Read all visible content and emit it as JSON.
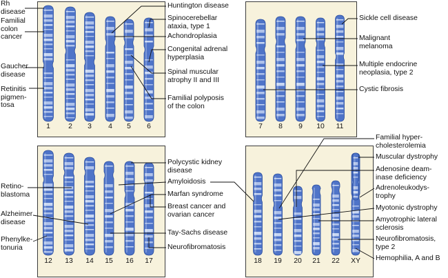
{
  "colors": {
    "panel_fill": "#f7f2dc",
    "panel_border": "#3a3a3a",
    "chromosome_body": "#4f74c8",
    "chromosome_band": "#cfdcf5",
    "leader_line": "#111111"
  },
  "panels": [
    {
      "id": "chromosomes-1-6",
      "chromosomes": [
        {
          "label": "1",
          "disorders": [
            "Rh\ndisease",
            "Familial\ncolon\ncancer",
            "Gaucher\ndisease",
            "Retinitis\npigmen-\ntosa"
          ]
        },
        {
          "label": "2",
          "disorders": []
        },
        {
          "label": "3",
          "disorders": []
        },
        {
          "label": "4",
          "disorders": [
            "Huntington disease",
            "Achondroplasia"
          ]
        },
        {
          "label": "5",
          "disorders": [
            "Spinal muscular\natrophy II and III",
            "Familial polyposis\nof the colon"
          ]
        },
        {
          "label": "6",
          "disorders": [
            "Spinocerebellar\nataxia, type 1",
            "Congenital adrenal\nhyperplasia"
          ]
        }
      ]
    },
    {
      "id": "chromosomes-7-11",
      "chromosomes": [
        {
          "label": "7",
          "disorders": [
            "Cystic fibrosis"
          ]
        },
        {
          "label": "8",
          "disorders": []
        },
        {
          "label": "9",
          "disorders": [
            "Malignant\nmelanoma"
          ]
        },
        {
          "label": "10",
          "disorders": [
            "Multiple endocrine\nneoplasia, type 2"
          ]
        },
        {
          "label": "11",
          "disorders": [
            "Sickle cell disease"
          ]
        }
      ]
    },
    {
      "id": "chromosomes-12-17",
      "chromosomes": [
        {
          "label": "12",
          "disorders": [
            "Phenylke-\ntonuria"
          ]
        },
        {
          "label": "13",
          "disorders": [
            "Retino-\nblastoma"
          ]
        },
        {
          "label": "14",
          "disorders": [
            "Alzheimer\ndisease"
          ]
        },
        {
          "label": "15",
          "disorders": [
            "Marfan syndrome",
            "Tay-Sachs disease"
          ]
        },
        {
          "label": "16",
          "disorders": [
            "Polycystic kidney\ndisease"
          ]
        },
        {
          "label": "17",
          "disorders": [
            "Breast cancer and\novarian cancer",
            "Neurofibromatosis"
          ]
        }
      ]
    },
    {
      "id": "chromosomes-18-xy",
      "chromosomes": [
        {
          "label": "18",
          "disorders": []
        },
        {
          "label": "19",
          "disorders": [
            "Familial hyper-\ncholesterolemia"
          ]
        },
        {
          "label": "20",
          "disorders": [
            "Adenosine deam-\ninase deficiency"
          ]
        },
        {
          "label": "21",
          "disorders": [
            "Amyotrophic lateral\nsclerosis"
          ]
        },
        {
          "label": "22",
          "disorders": [
            "Neurofibromatosis,\ntype 2"
          ]
        },
        {
          "label": "XY",
          "disorders": [
            "Muscular dystrophy",
            "Adrenoleukodys-\ntrophy",
            "Myotonic dystrophy",
            "Hemophilia, A and B"
          ]
        }
      ]
    }
  ],
  "other_labels": [
    "Amyloidosis"
  ]
}
